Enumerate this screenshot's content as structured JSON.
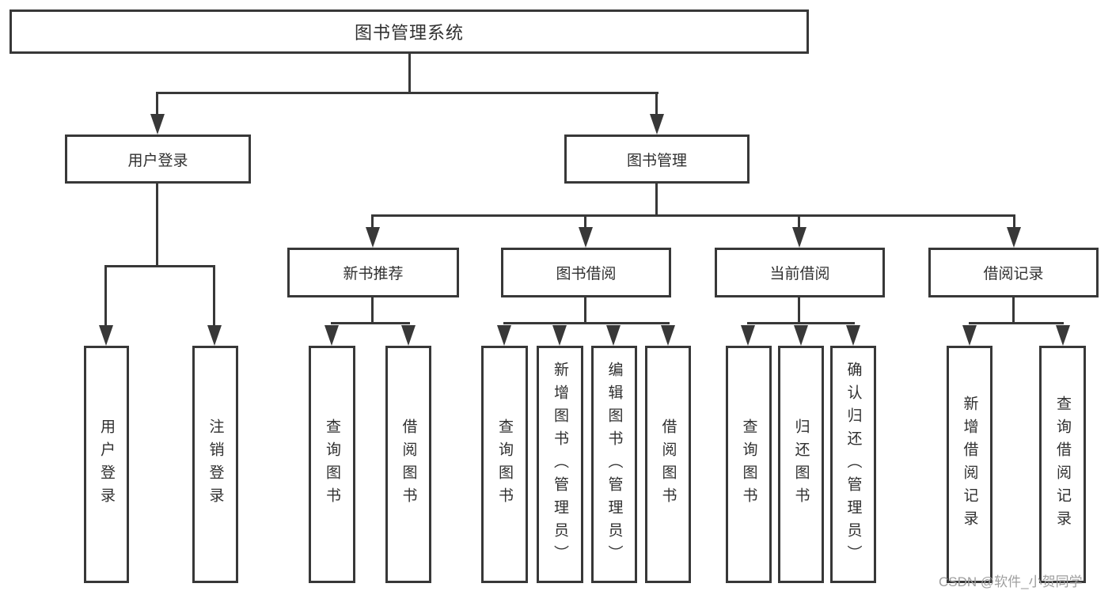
{
  "nodes": {
    "root": "图书管理系统",
    "user_login": "用户登录",
    "book_management": "图书管理",
    "new_book_recommend": "新书推荐",
    "book_borrowing": "图书借阅",
    "current_borrowing": "当前借阅",
    "borrowing_records": "借阅记录",
    "user_login_leaf": "用户登录",
    "logout_leaf": "注销登录",
    "recommend_query_books": "查询图书",
    "recommend_borrow_books": "借阅图书",
    "borrowing_query_books": "查询图书",
    "borrowing_add_books": "新增图书（管理员）",
    "borrowing_edit_books": "编辑图书（管理员）",
    "borrowing_borrow_books": "借阅图书",
    "current_query_books": "查询图书",
    "current_return_books": "归还图书",
    "current_confirm_return": "确认归还（管理员）",
    "records_add_record": "新增借阅记录",
    "records_query_record": "查询借阅记录"
  },
  "hierarchy": {
    "图书管理系统": {
      "用户登录": [
        "用户登录",
        "注销登录"
      ],
      "图书管理": {
        "新书推荐": [
          "查询图书",
          "借阅图书"
        ],
        "图书借阅": [
          "查询图书",
          "新增图书（管理员）",
          "编辑图书（管理员）",
          "借阅图书"
        ],
        "当前借阅": [
          "查询图书",
          "归还图书",
          "确认归还（管理员）"
        ],
        "借阅记录": [
          "新增借阅记录",
          "查询借阅记录"
        ]
      }
    }
  },
  "colors": {
    "line": "#383838",
    "text": "#303030",
    "background": "#ffffff",
    "watermark": "#9e9e9e"
  },
  "watermark": "CSDN @软件_小贺同学"
}
